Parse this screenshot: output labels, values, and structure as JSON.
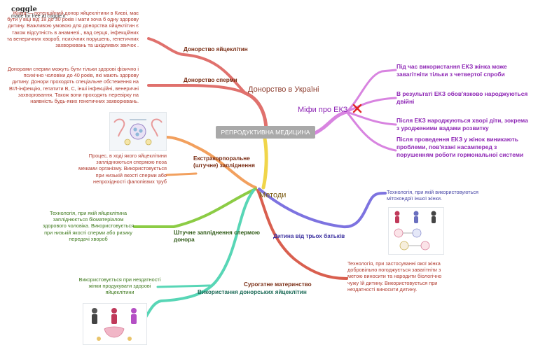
{
  "header": {
    "logo": "coggle",
    "made_with": "made for free at coggle.it"
  },
  "central": {
    "title": "РЕПРОДУКТИВНА МЕДИЦИНА"
  },
  "main_branches": {
    "ukraine": "Донорство в Україні",
    "myths": "Міфи про ЕКЗ",
    "methods": "Методи"
  },
  "ukraine": {
    "egg": {
      "label": "Донорство яйцеклітин",
      "note": "Жінка — потенційний донор яйцеклітини в Києві, має бути у віці від 18 до 30 років і мати хоча б одну здорову дитину. Важливою умовою для донорства яйцеклітин є також відсутність в анамнезі., вад серця, інфекційних та венеричних хвороб, психічних порушень, генетичних захворювань та шкідливих звичок ."
    },
    "sperm": {
      "label": "Донорство сперми",
      "note": "Донорами сперми можуть бути тільки здорові фізично і психічно чоловіки до 40 років, які мають здорову дитину. Донори проходять спеціальне обстеження на ВІЛ-інфекцію, гепатити В, С, інші інфекційні, венеричні захворювання. Також вони проходять перевірку на наявність будь-яких генетичних захворювань."
    }
  },
  "myths": [
    "Під час використання ЕКЗ жінка може завагітніти тільки з четвертої спроби",
    "В результаті ЕКЗ обов'язково народжуються двійні",
    "Після ЕКЗ народжуються хворі діти, зокрема з уродженими вадами розвитку",
    "Після проведення ЕКЗ у жінок виникають проблеми, пов'язані насамперед з порушенням роботи гормональної системи"
  ],
  "methods": {
    "ivf": {
      "label": "Екстракорпоральне (штучне) запліднення",
      "note": "Процес, в ході якого яйцеклітини запліднюються спермою поза межами організму. Використовується при низькій якості сперми або непрохідності фалопієвих труб"
    },
    "donor_insemination": {
      "label": "Штучне запліднення спермою донора",
      "note": "Технологія, при якій яйцеклітина запліднюється біоматеріалом здорового чоловіка. Використовується при низькій якості сперми або ризику передачі хвороб"
    },
    "donor_eggs": {
      "label": "Використання донорських яйцеклітин",
      "note": "Використовується при нездатності жінки продукувати здорові яйцеклітини"
    },
    "surrogacy": {
      "label": "Сурогатне материнство",
      "note": "Технологія, при застосуванні якої жінка добровільно погоджується завагітніти з метою виносити та народити біологічно чужу їй дитину. Використовується при нездатності виносити дитину."
    },
    "three_parents": {
      "label": "Дитина від трьох батьків",
      "note": "Технологія, при якій використовуються мітохондрії іншої жінки."
    }
  },
  "icons": {
    "myths": "cross-mark-icon"
  },
  "colors": {
    "ukraine_branch": "#e0716d",
    "myths_branch": "#d884e0",
    "methods_branch": "#f0d54a",
    "ivf": "#f2a05e",
    "donor_insemination": "#8ccc45",
    "donor_eggs": "#58d6b6",
    "surrogacy": "#d95f4f",
    "three_parents": "#7d73e0",
    "cross": "#e02424"
  }
}
